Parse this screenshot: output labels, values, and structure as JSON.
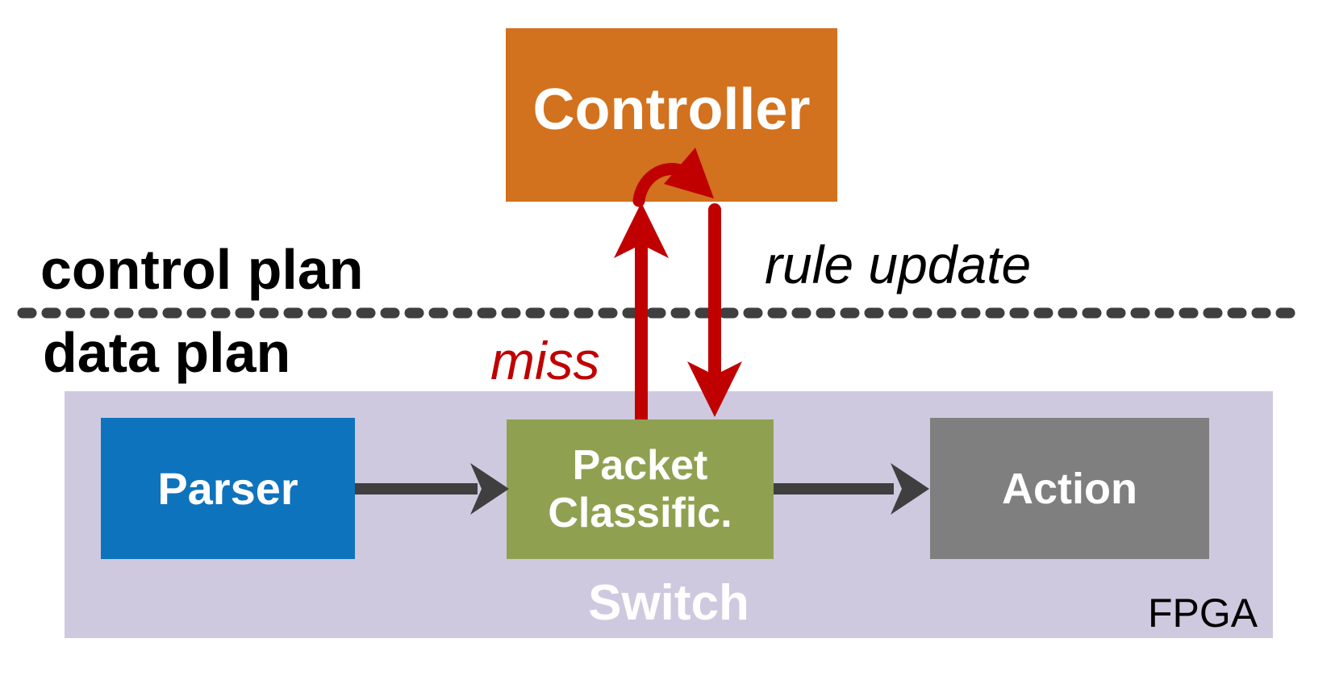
{
  "controller": {
    "label": "Controller"
  },
  "planes": {
    "control_label": "control plan",
    "data_label": "data plan"
  },
  "annotations": {
    "rule_update": "rule update",
    "miss": "miss"
  },
  "switch_panel": {
    "label": "Switch",
    "platform_label": "FPGA",
    "pipeline": [
      {
        "label": "Parser"
      },
      {
        "line1": "Packet",
        "line2": "Classific."
      },
      {
        "label": "Action"
      }
    ]
  },
  "colors": {
    "controller_orange": "#D2711E",
    "parser_blue": "#0E73BD",
    "classifier_green": "#8FA151",
    "action_gray": "#7F7F7F",
    "switch_lavender": "#CFC9DF",
    "arrow_red": "#C00000",
    "line_dark": "#3F3F3F",
    "text_white": "#FFFFFF",
    "text_black": "#000000"
  }
}
